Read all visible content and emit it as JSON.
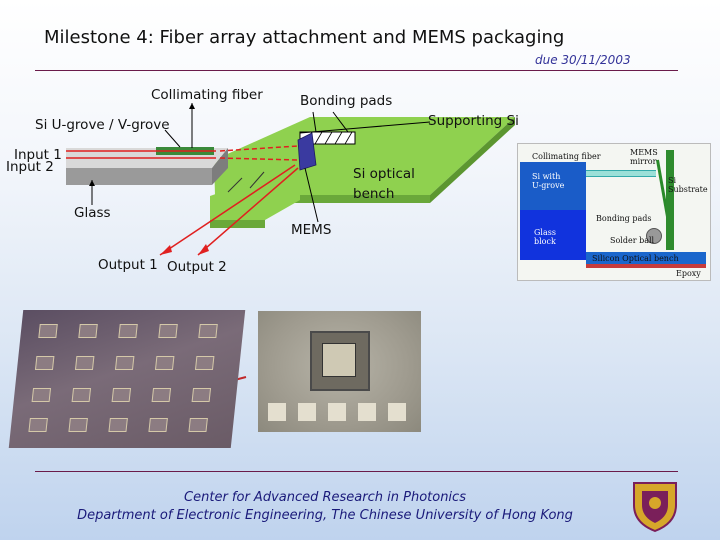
{
  "slide": {
    "title": "Milestone 4: Fiber array attachment and MEMS packaging",
    "due": "due 30/11/2003"
  },
  "labels": {
    "collimating_fiber": "Collimating fiber",
    "bonding_pads": "Bonding pads",
    "si_ugrove": "Si U-grove / V-grove",
    "supporting_si": "Supporting Si",
    "input1": "Input 1",
    "input2": "Input 2",
    "si_optical_bench": "Si optical bench",
    "glass": "Glass",
    "mems": "MEMS",
    "output1": "Output 1",
    "output2": "Output 2"
  },
  "inset": {
    "collimating_fiber": "Collimating fiber",
    "mems_mirror": "MEMS mirror",
    "si_with_ugrove": "Si with U-grove",
    "si_substrate": "Si Substrate",
    "bonding_pads": "Bonding pads",
    "glass_block": "Glass block",
    "solder_ball": "Solder ball",
    "silicon_optical_bench": "Silicon Optical bench",
    "epoxy": "Epoxy"
  },
  "footer": {
    "line1": "Center for Advanced Research in Photonics",
    "line2": "Department of Electronic Engineering, The Chinese University of Hong Kong"
  },
  "colors": {
    "title_rule": "#6a1b4a",
    "footer_text": "#1a1a7a",
    "bench_green": "#8fd14f",
    "beam_red": "#e02020"
  }
}
